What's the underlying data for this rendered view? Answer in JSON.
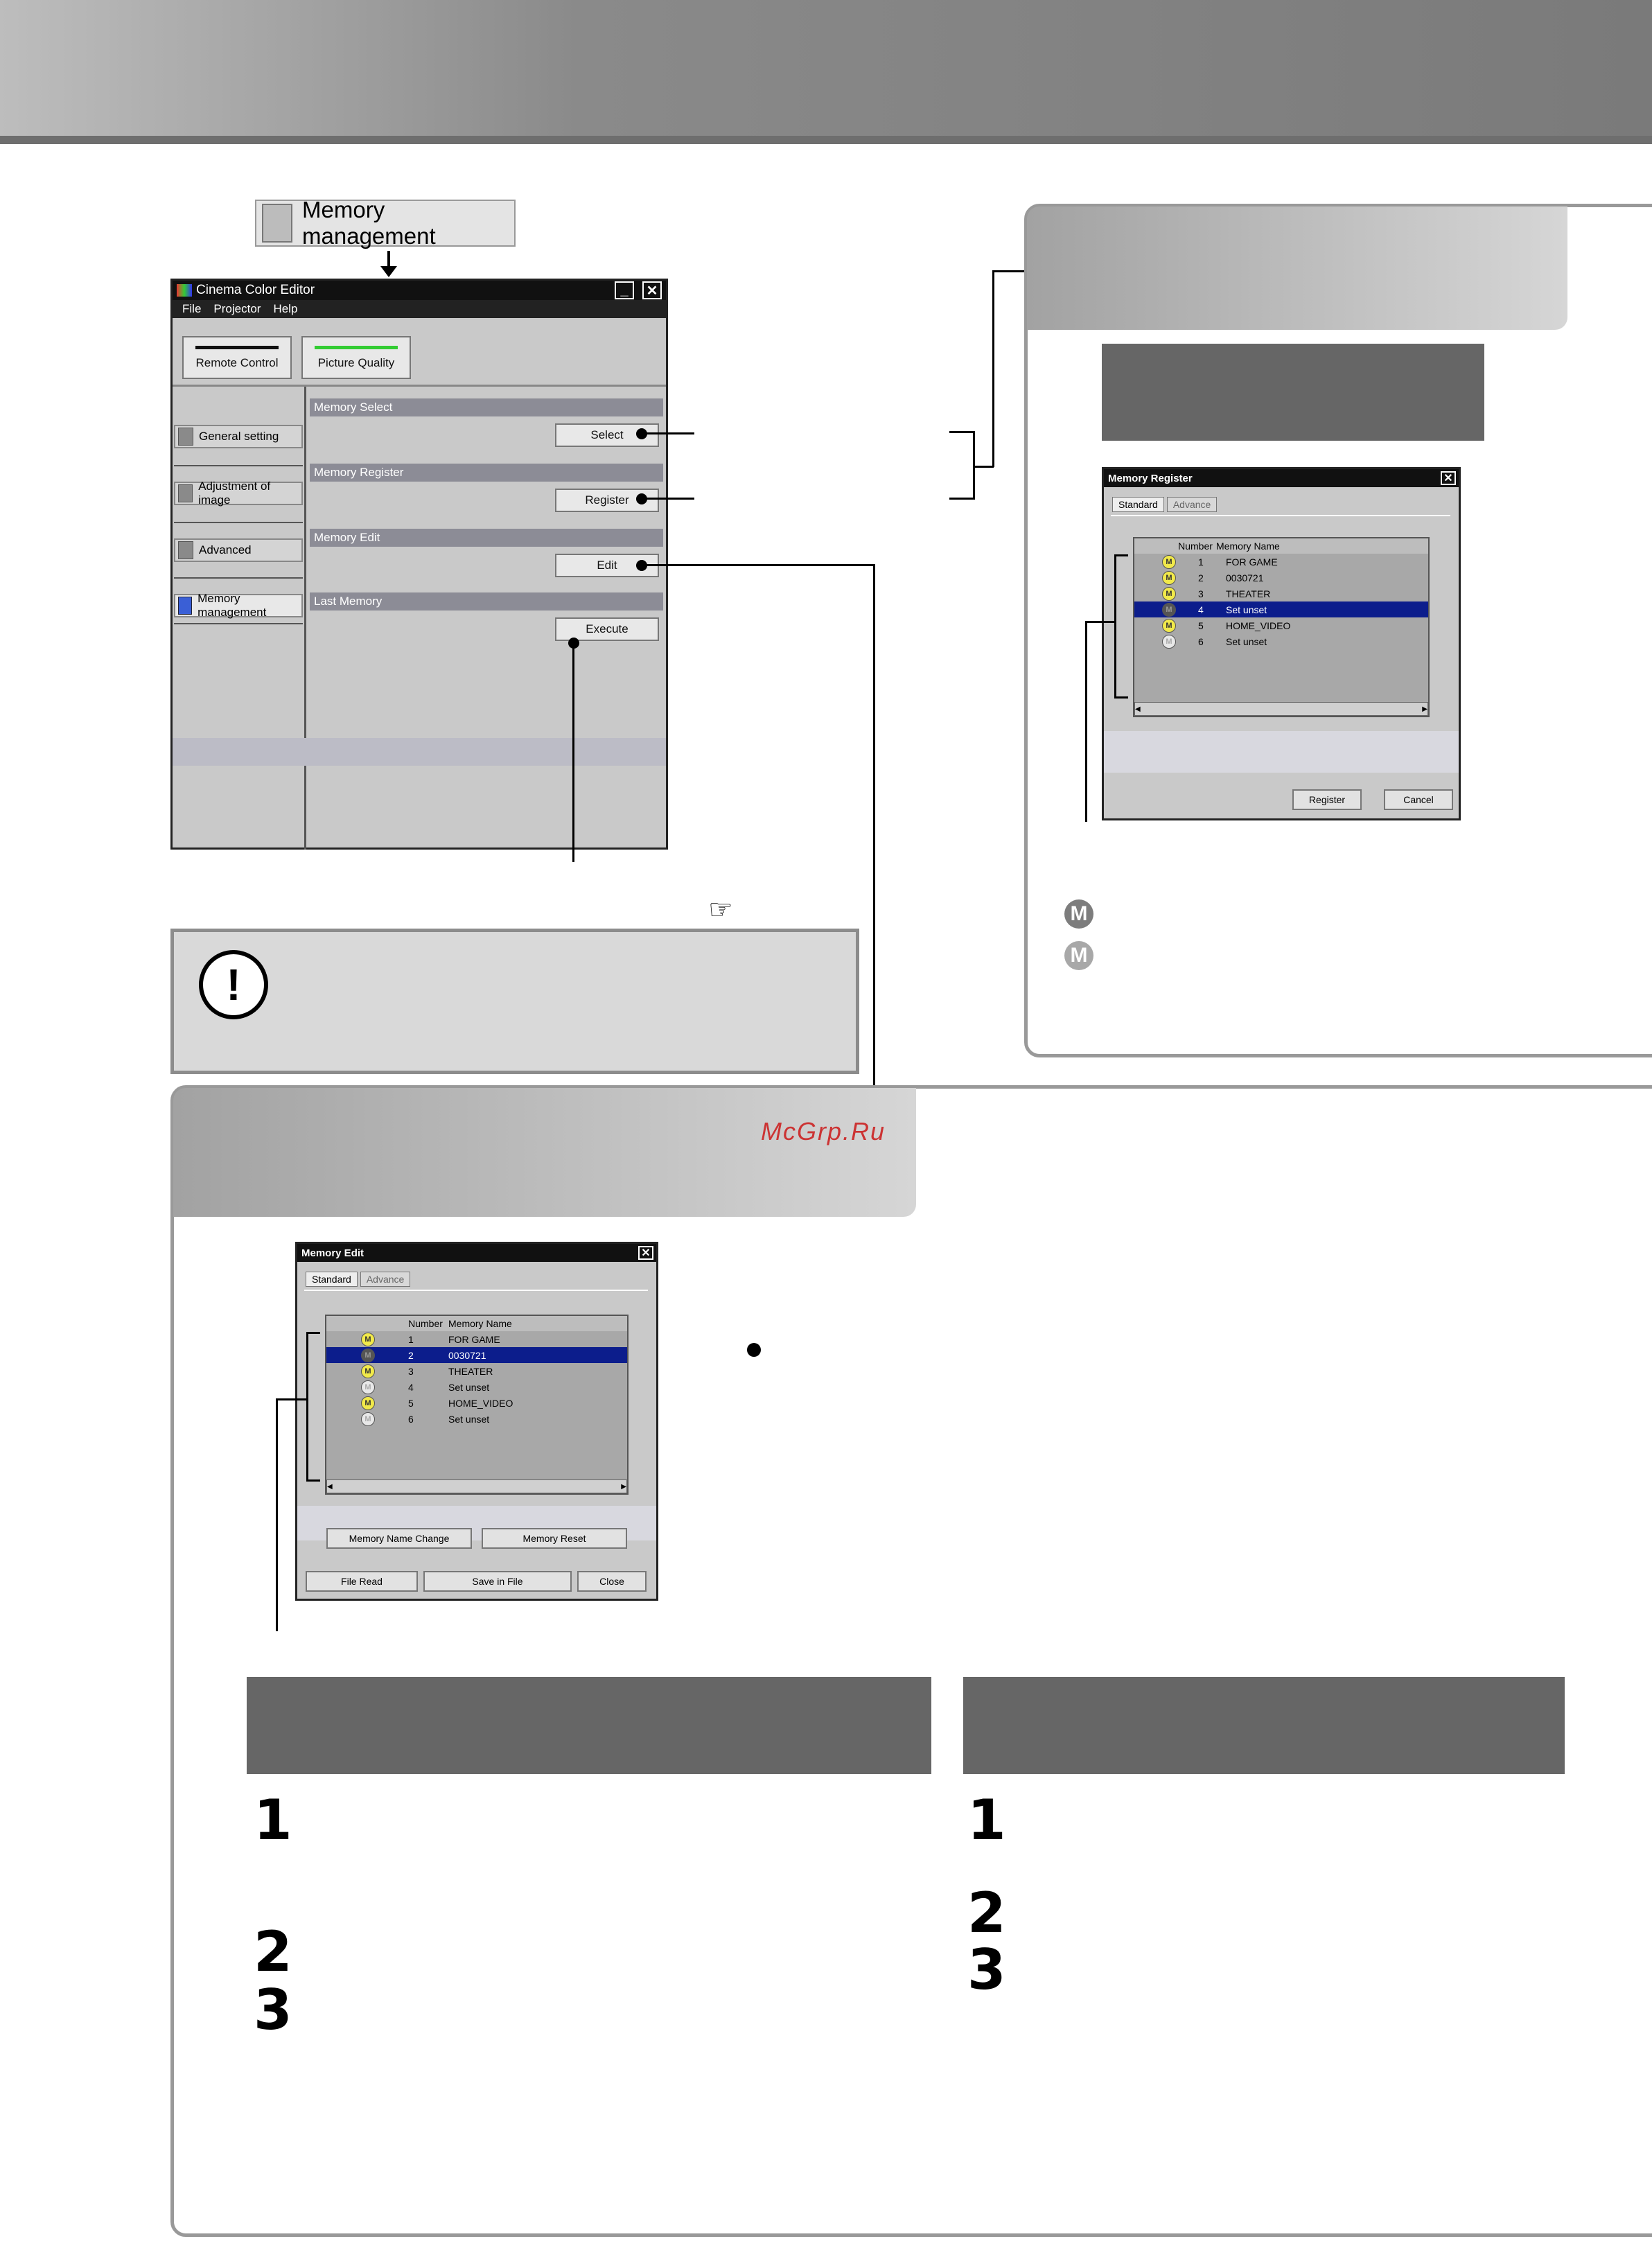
{
  "mm_button": {
    "label": "Memory management"
  },
  "cce": {
    "title": "Cinema Color Editor",
    "menu": [
      "File",
      "Projector",
      "Help"
    ],
    "top_buttons": [
      "Remote Control",
      "Picture Quality"
    ],
    "side": [
      "General setting",
      "Adjustment of image",
      "Advanced",
      "Memory management"
    ],
    "sections": [
      {
        "title": "Memory Select",
        "button": "Select"
      },
      {
        "title": "Memory Register",
        "button": "Register"
      },
      {
        "title": "Memory Edit",
        "button": "Edit"
      },
      {
        "title": "Last Memory",
        "button": "Execute"
      }
    ]
  },
  "register_dialog": {
    "title": "Memory Register",
    "tabs": [
      "Standard",
      "Advance"
    ],
    "headers": [
      "Number",
      "Memory Name"
    ],
    "rows": [
      {
        "num": "1",
        "name": "FOR GAME"
      },
      {
        "num": "2",
        "name": "0030721"
      },
      {
        "num": "3",
        "name": "THEATER"
      },
      {
        "num": "4",
        "name": "Set unset"
      },
      {
        "num": "5",
        "name": "HOME_VIDEO"
      },
      {
        "num": "6",
        "name": "Set unset"
      }
    ],
    "buttons": [
      "Register",
      "Cancel"
    ]
  },
  "edit_dialog": {
    "title": "Memory Edit",
    "tabs": [
      "Standard",
      "Advance"
    ],
    "headers": [
      "Number",
      "Memory Name"
    ],
    "rows": [
      {
        "num": "1",
        "name": "FOR GAME"
      },
      {
        "num": "2",
        "name": "0030721"
      },
      {
        "num": "3",
        "name": "THEATER"
      },
      {
        "num": "4",
        "name": "Set unset"
      },
      {
        "num": "5",
        "name": "HOME_VIDEO"
      },
      {
        "num": "6",
        "name": "Set unset"
      }
    ],
    "mid_buttons": [
      "Memory Name Change",
      "Memory Reset"
    ],
    "bottom_buttons": [
      "File Read",
      "Save in File",
      "Close"
    ]
  },
  "icon_letter": "M",
  "watermark": "McGrp.Ru",
  "steps_left": [
    "1",
    "2",
    "3"
  ],
  "steps_right": [
    "1",
    "2",
    "3"
  ]
}
